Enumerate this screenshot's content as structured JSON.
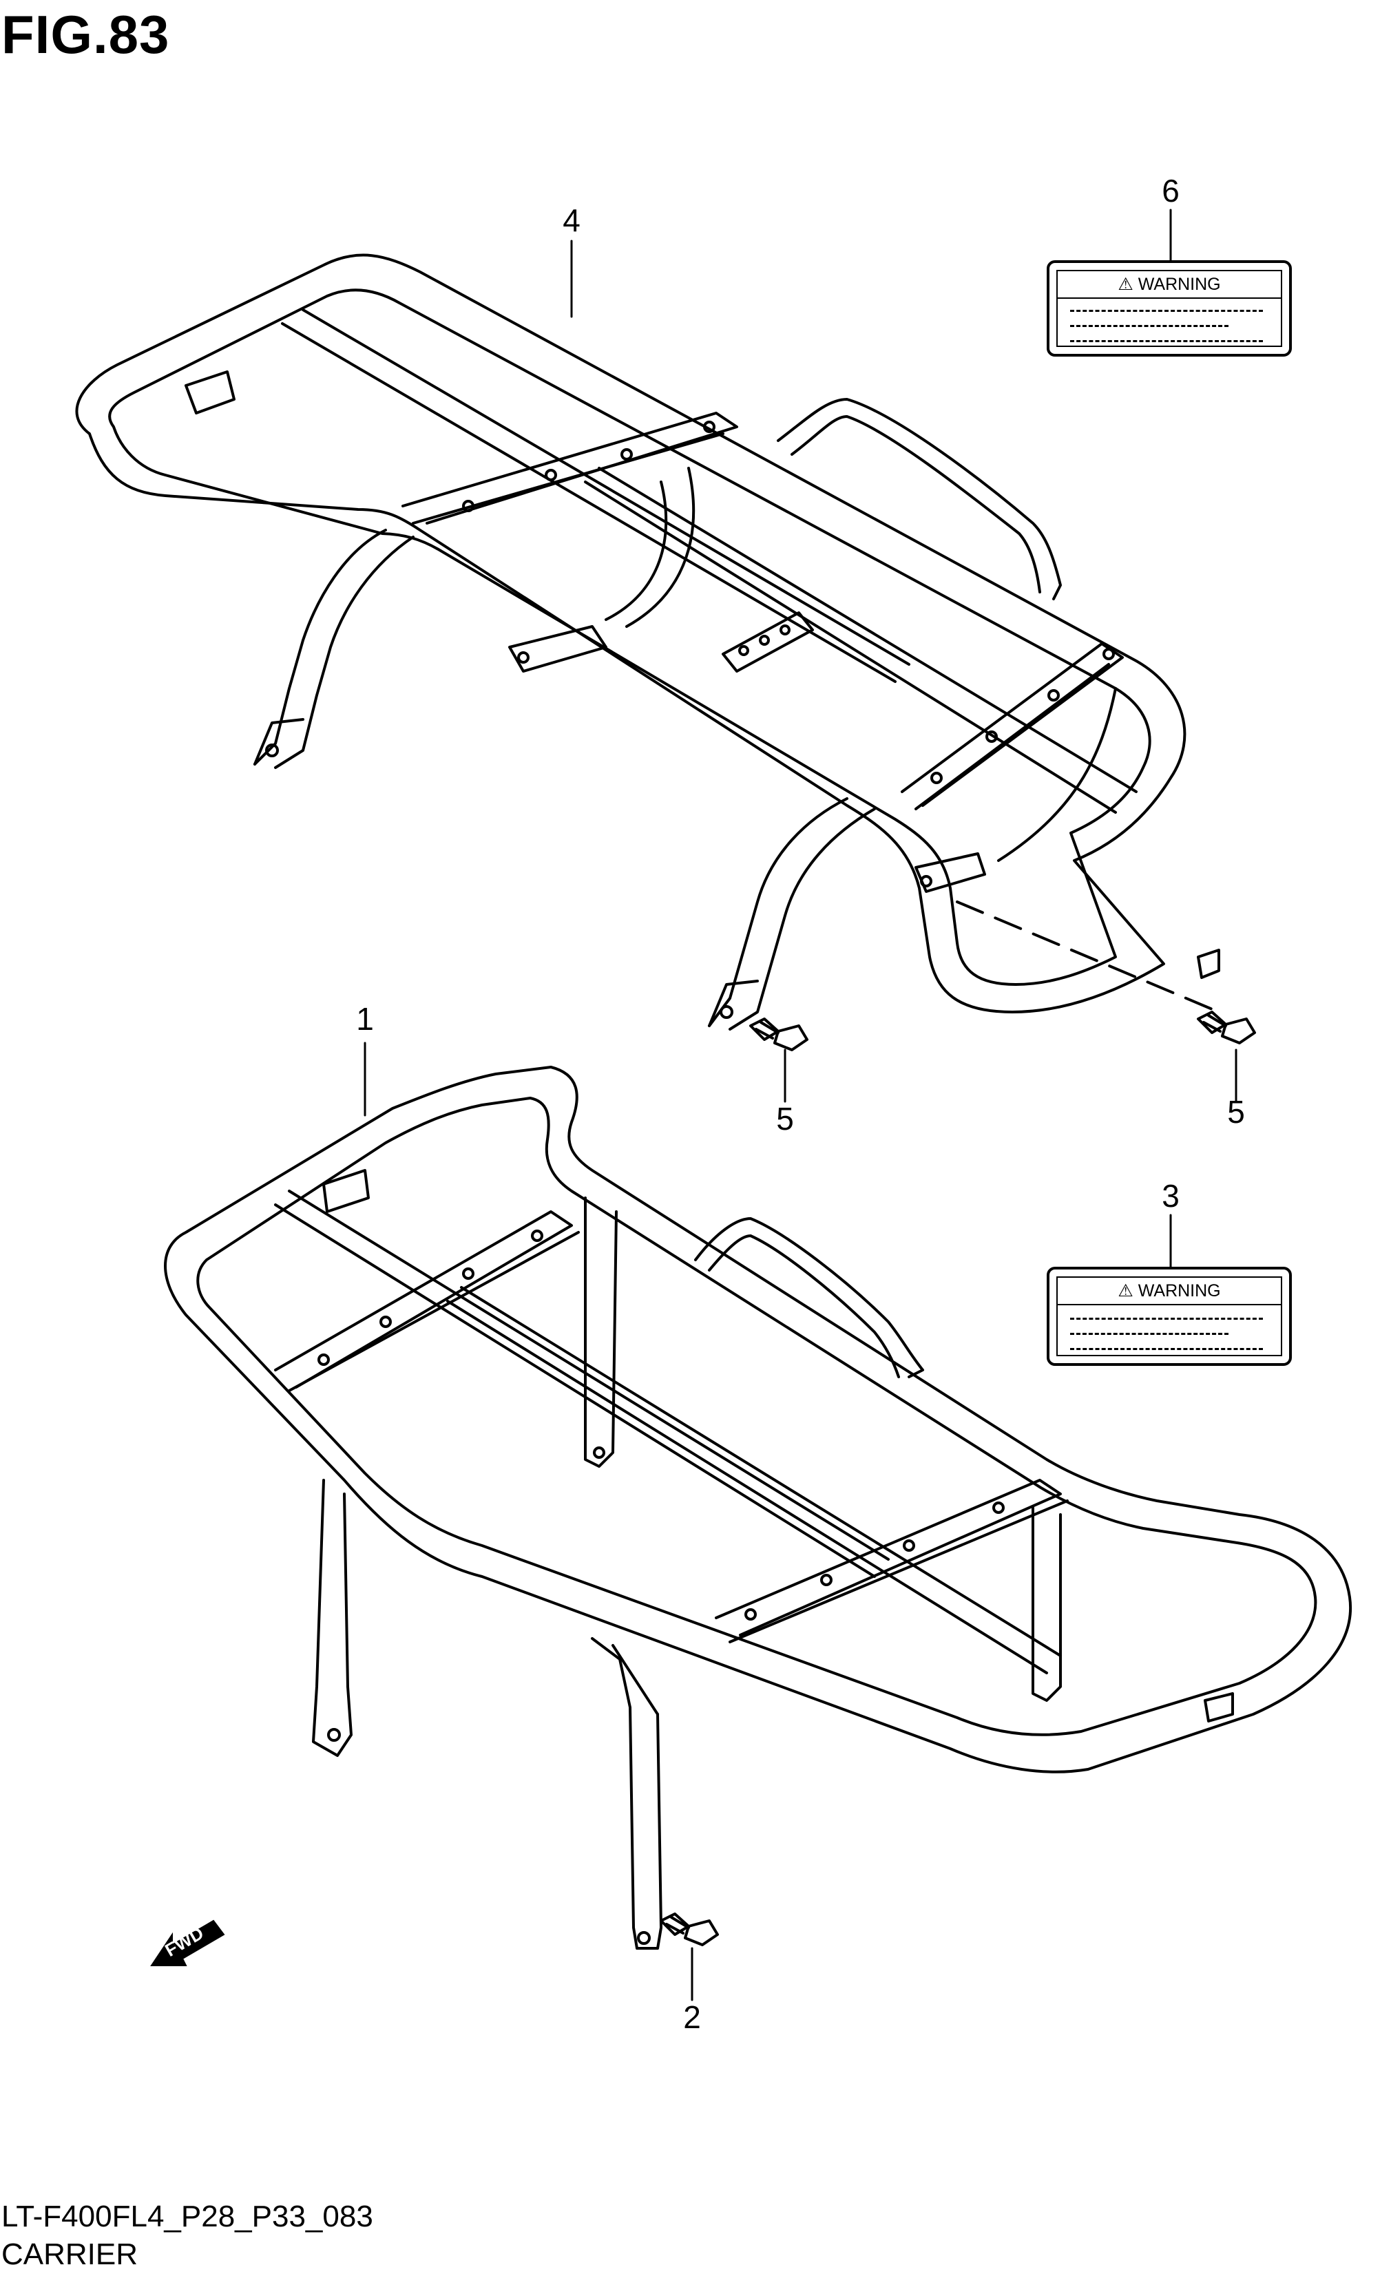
{
  "figure": {
    "title": "FIG.83",
    "code": "LT-F400FL4_P28_P33_083",
    "name": "CARRIER"
  },
  "callouts": [
    {
      "id": "callout-4",
      "number": "4"
    },
    {
      "id": "callout-6",
      "number": "6"
    },
    {
      "id": "callout-5a",
      "number": "5"
    },
    {
      "id": "callout-5b",
      "number": "5"
    },
    {
      "id": "callout-1",
      "number": "1"
    },
    {
      "id": "callout-3",
      "number": "3"
    },
    {
      "id": "callout-2",
      "number": "2"
    }
  ],
  "warning_labels": [
    {
      "id": "label-6",
      "text": "WARNING"
    },
    {
      "id": "label-3",
      "text": "WARNING"
    }
  ],
  "fwd_arrow": {
    "text": "FWD",
    "icon": "forward-arrow-icon"
  }
}
